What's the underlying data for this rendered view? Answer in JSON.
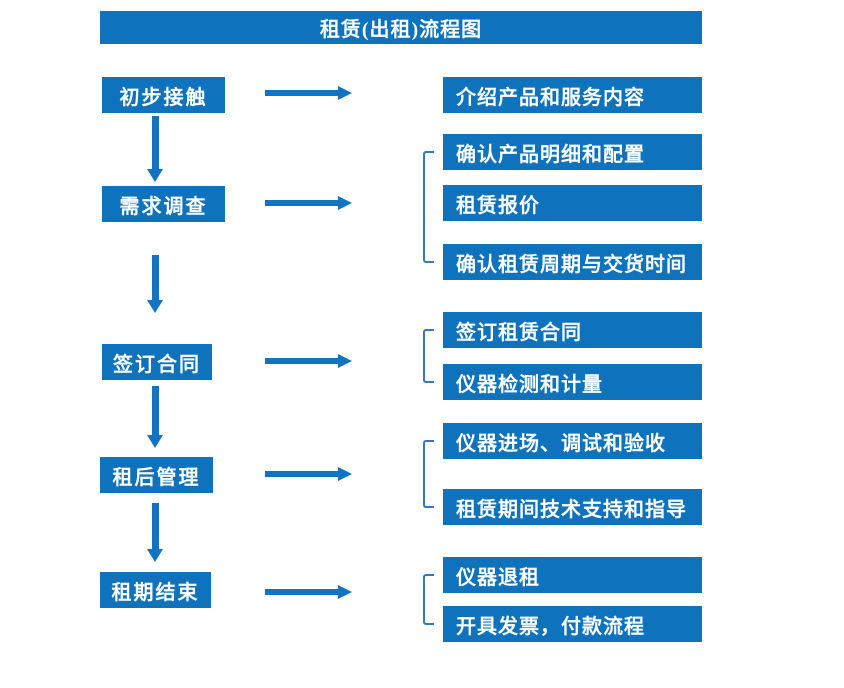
{
  "title": "租赁(出租)流程图",
  "colors": {
    "primary": "#0e72bd",
    "arrow": "#1173c2",
    "bracket": "#3279be",
    "text_on_primary": "#ffffff",
    "background": "#ffffff"
  },
  "chart_data": {
    "type": "flowchart",
    "title": "租赁(出租)流程图",
    "direction": "top-to-bottom stages, each stage pointing right to its detail items",
    "stages": [
      "初步接触",
      "需求调查",
      "签订合同",
      "租后管理",
      "租期结束"
    ]
  },
  "flow": {
    "steps": [
      {
        "label": "初步接触",
        "details": [
          "介绍产品和服务内容"
        ]
      },
      {
        "label": "需求调查",
        "details": [
          "确认产品明细和配置",
          "租赁报价",
          "确认租赁周期与交货时间"
        ]
      },
      {
        "label": "签订合同",
        "details": [
          "签订租赁合同",
          "仪器检测和计量"
        ]
      },
      {
        "label": "租后管理",
        "details": [
          "仪器进场、调试和验收",
          "租赁期间技术支持和指导"
        ]
      },
      {
        "label": "租期结束",
        "details": [
          "仪器退租",
          "开具发票，付款流程"
        ]
      }
    ]
  }
}
